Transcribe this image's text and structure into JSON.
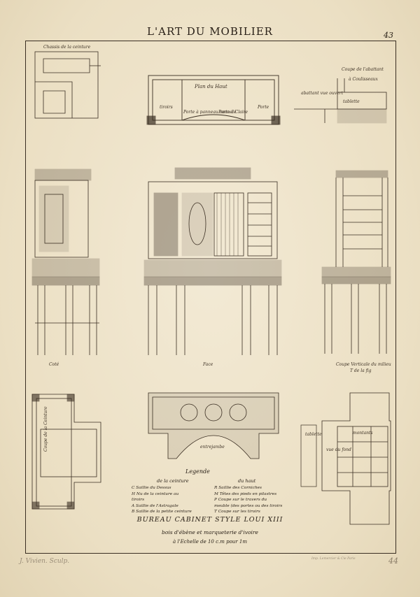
{
  "header": {
    "title": "L'ART DU MOBILIER",
    "plate_number": "43"
  },
  "views": {
    "chassis": "Chassis de la ceinture",
    "plan_haut": "Plan du Haut",
    "plan_tiroirs": "tiroirs",
    "plan_porte_cannelee": "Porte à panneau cannelé",
    "plan_porte_claire": "Porte à Claire",
    "plan_porte": "Porte",
    "coupe_abattant": "Coupe de l'abattant",
    "coulisseaux": "à Coulisseaux",
    "abattant_note": "abattant vue ouvert",
    "coupe_tablette": "tablette",
    "cote": "Coté",
    "face": "Face",
    "coupe_verticale": "Coupe Verticale du milieu",
    "coupe_verticale_sub": "T de la fig",
    "entrejambe": "entrejambe",
    "coupe_ceinture": "Coupe de la Ceinture",
    "vue_fond": "vue du fond",
    "tablette": "tablette",
    "montants": "montants"
  },
  "legend": {
    "title": "Legende",
    "left_heading": "de la ceinture",
    "right_heading": "du haut",
    "left_items": [
      "C  Saillie du Dessus",
      "H  Nu de la ceinture au",
      "    tiroirs",
      "A  Saillie de l'Astragale",
      "B  Saillie de la petite ceinture"
    ],
    "right_items": [
      "R  Saillie des Corniches",
      "M  Têtes des pieds en pilastres",
      "P  Coupe sur le travers du",
      "    meuble (des portes ou des tiroirs",
      "T  Coupe sur les tiroirs"
    ]
  },
  "caption": {
    "line1": "BUREAU CABINET STYLE LOUI XIII",
    "line2": "bois d'ébène et marqueterie d'ivoire",
    "line3": "à l'Echelle de 10 c.m pour 1m"
  },
  "footer": {
    "signature": "J. Vivien. Sculp.",
    "printer": "Imp. Lemercier & Cie Paris",
    "corner_number": "44"
  }
}
